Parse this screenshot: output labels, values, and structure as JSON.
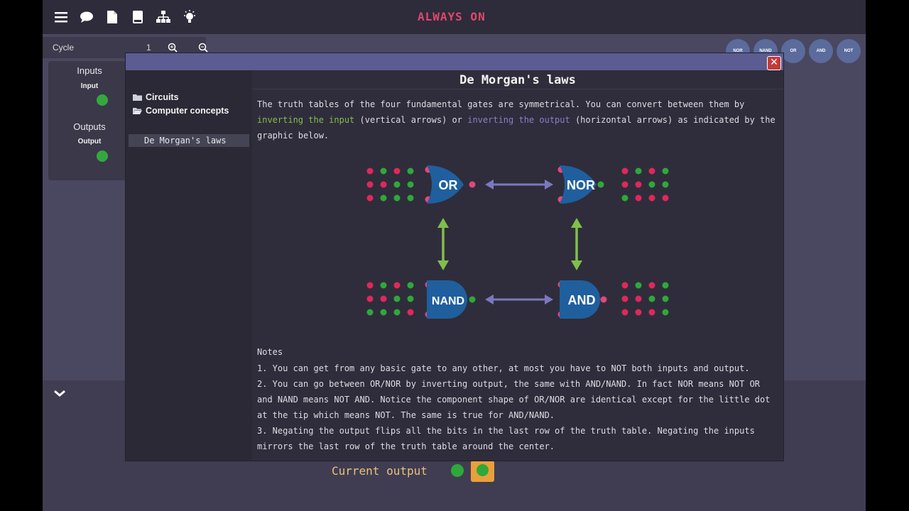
{
  "topbar": {
    "title": "ALWAYS ON",
    "icons": [
      "menu-icon",
      "chat-icon",
      "document-icon",
      "book-icon",
      "hierarchy-icon",
      "lightbulb-icon"
    ]
  },
  "toolbar": {
    "cycle_label": "Cycle",
    "cycle_value": "1"
  },
  "left_panel": {
    "inputs_heading": "Inputs",
    "input_label": "Input",
    "outputs_heading": "Outputs",
    "output_label": "Output"
  },
  "component_icons": [
    "NOR",
    "NAND",
    "OR",
    "AND",
    "NOT"
  ],
  "bottom": {
    "current_output_label": "Current output"
  },
  "modal": {
    "sidebar": {
      "folders": [
        "Circuits",
        "Computer concepts"
      ],
      "selected_item": "De Morgan's laws"
    },
    "title": "De Morgan's laws",
    "intro_part1": "The truth tables of the four fundamental gates are symmetrical. You can convert between them by ",
    "intro_link1": "inverting the input",
    "intro_part2": " (vertical arrows) or ",
    "intro_link2": "inverting the output",
    "intro_part3": " (horizontal arrows) as indicated by the graphic below.",
    "gates": {
      "top_left": "OR",
      "top_right": "NOR",
      "bottom_left": "NAND",
      "bottom_right": "AND"
    },
    "notes_heading": "Notes",
    "note1": "1. You can get from any basic gate to any other, at most you have to NOT both inputs and output.",
    "note2": "2. You can go between OR/NOR by inverting output, the same with AND/NAND. In fact NOR means NOT OR and NAND means NOT AND. Notice the component shape of OR/NOR are identical except for the little dot at the tip which means NOT. The same is true for AND/NAND.",
    "note3": "3. Negating the output flips all the bits in the last row of the truth table. Negating the inputs mirrors the last row of the truth table around the center."
  },
  "colors": {
    "accent_red": "#e0486a",
    "green": "#34a83e",
    "blue_gate": "#1f5f9e",
    "arrow_purple": "#7b78c0",
    "arrow_green": "#7fbf4c"
  }
}
